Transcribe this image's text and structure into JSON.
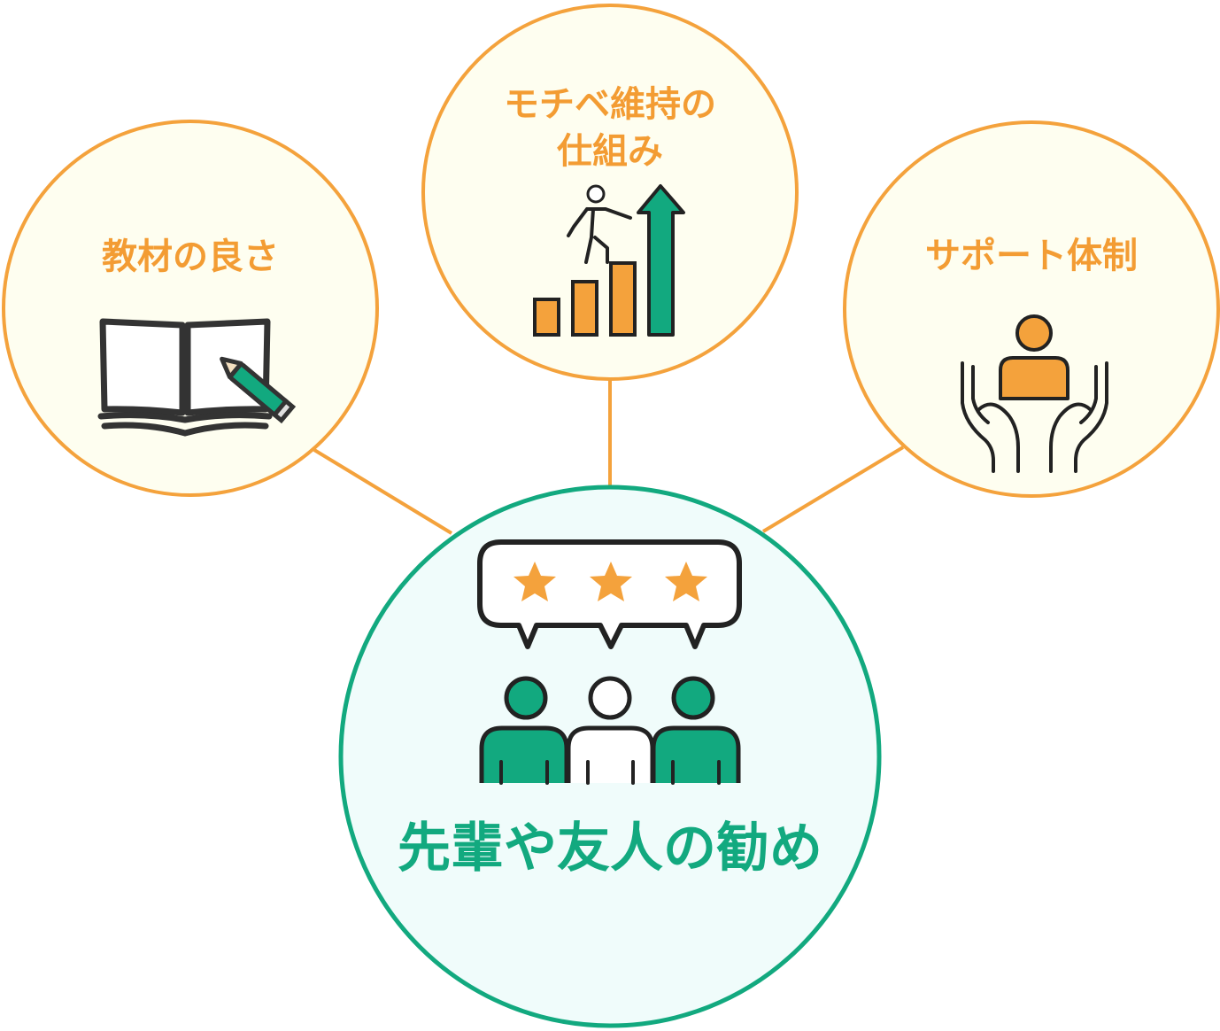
{
  "colors": {
    "accent_orange": "#f4a23c",
    "accent_green": "#12a97f",
    "bubble_fill_orange": "#fefef0",
    "bubble_fill_green": "#f0fcfb",
    "outline_dark": "#222222"
  },
  "nodes": {
    "left": {
      "label": "教材の良さ",
      "icon": "book-pencil-icon"
    },
    "top": {
      "label_line1": "モチベ維持の",
      "label_line2": "仕組み",
      "icon": "growth-stairs-icon"
    },
    "right": {
      "label": "サポート体制",
      "icon": "support-hands-icon"
    },
    "center": {
      "label": "先輩や友人の勧め",
      "icon": "review-people-icon"
    }
  }
}
